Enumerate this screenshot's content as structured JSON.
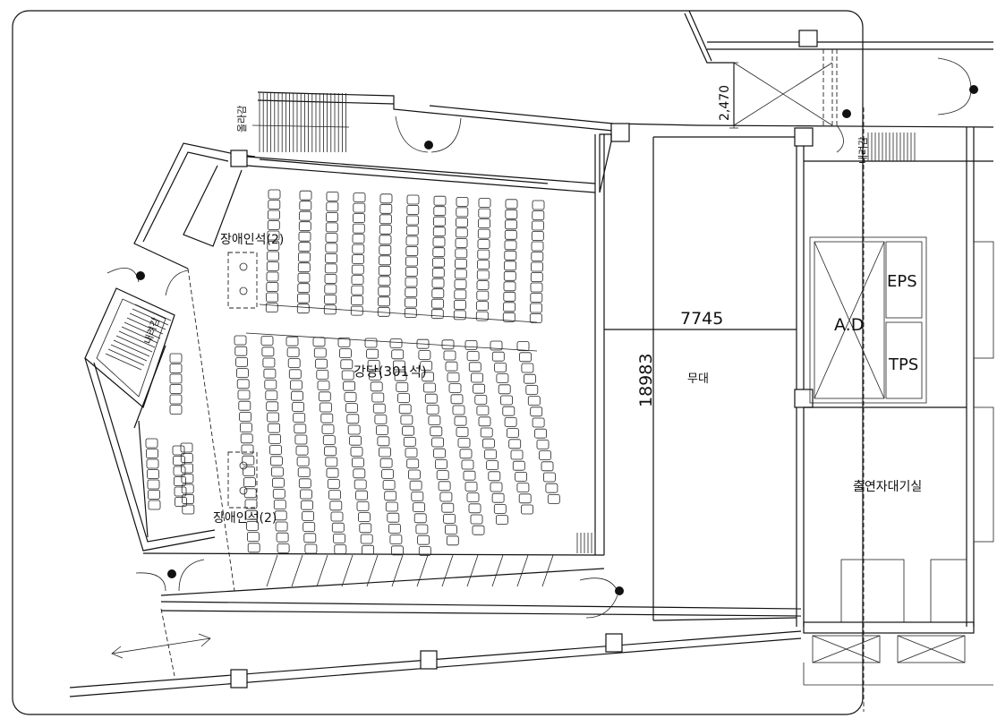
{
  "labels": {
    "hall": "강당(301석)",
    "stage": "무대",
    "stage_width": "7745",
    "stage_depth": "18983",
    "waiting_room": "출연자대기실",
    "ad": "A.D",
    "eps": "EPS",
    "tps": "TPS",
    "accessible_seats_top": "장애인석(2)",
    "accessible_seats_bottom": "장애인석(2)",
    "stair_up_top": "올라감",
    "stair_down_right": "내려감",
    "stair_down_left": "내려감",
    "dim_top": "2,470"
  }
}
